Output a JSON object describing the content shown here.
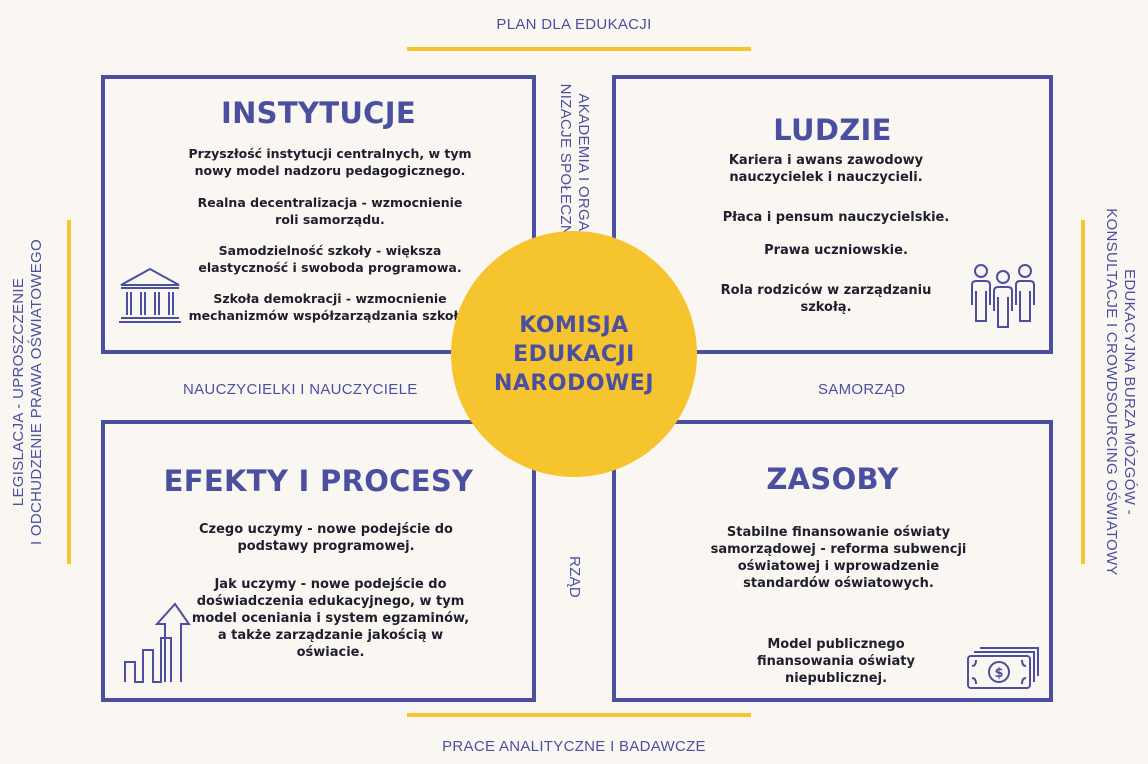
{
  "top_label": "PLAN DLA EDUKACJI",
  "bottom_label": "PRACE ANALITYCZNE I BADAWCZE",
  "left_label": "LEGISLACJA - UPROSZCZENIE\nI ODCHUDZENIE PRAWA OŚWIATOWEGO",
  "right_label": "EDUKACYJNA BURZA MÓZGÓW -\nKONSULTACJE I CROWDSOURCING OŚWIATOWY",
  "center_top_label": "AKADEMIA I ORGA-\nNIZACJE SPOŁECZNE",
  "center_bottom_label": "RZĄD",
  "center_left_label": "NAUCZYCIELKI I NAUCZYCIELE",
  "center_right_label": "SAMORZĄD",
  "center": {
    "title": "KOMISJA\nEDUKACJI\nNARODOWEJ"
  },
  "boxes": {
    "instytucje": {
      "title": "INSTYTUCJE",
      "items": [
        "Przyszłość instytucji centralnych, w tym nowy model nadzoru pedagogicznego.",
        "Realna decentralizacja - wzmocnienie roli samorządu.",
        "Samodzielność szkoły - większa elastyczność i swoboda programowa.",
        "Szkoła demokracji - wzmocnienie mechanizmów współzarządzania szkołą."
      ],
      "icon": "building-icon"
    },
    "ludzie": {
      "title": "LUDZIE",
      "items": [
        "Kariera i awans zawodowy nauczycielek i nauczycieli.",
        "Płaca i pensum nauczycielskie.",
        "Prawa uczniowskie.",
        "Rola rodziców w zarządzaniu szkołą."
      ],
      "icon": "people-icon"
    },
    "efekty": {
      "title": "EFEKTY I PROCESY",
      "items": [
        "Czego uczymy - nowe podejście do podstawy programowej.",
        "Jak uczymy - nowe podejście do doświadczenia edukacyjnego, w tym model oceniania i system egzaminów, a także zarządzanie jakością w oświacie."
      ],
      "icon": "growth-chart-icon"
    },
    "zasoby": {
      "title": "ZASOBY",
      "items": [
        "Stabilne finansowanie oświaty samorządowej - reforma subwencji oświatowej i wprowadzenie standardów oświatowych.",
        "Model publicznego finansowania oświaty niepublicznej."
      ],
      "icon": "money-icon"
    }
  },
  "colors": {
    "navy": "#4b4fa0",
    "yellow": "#f6c42e",
    "background": "#faf7f3"
  }
}
